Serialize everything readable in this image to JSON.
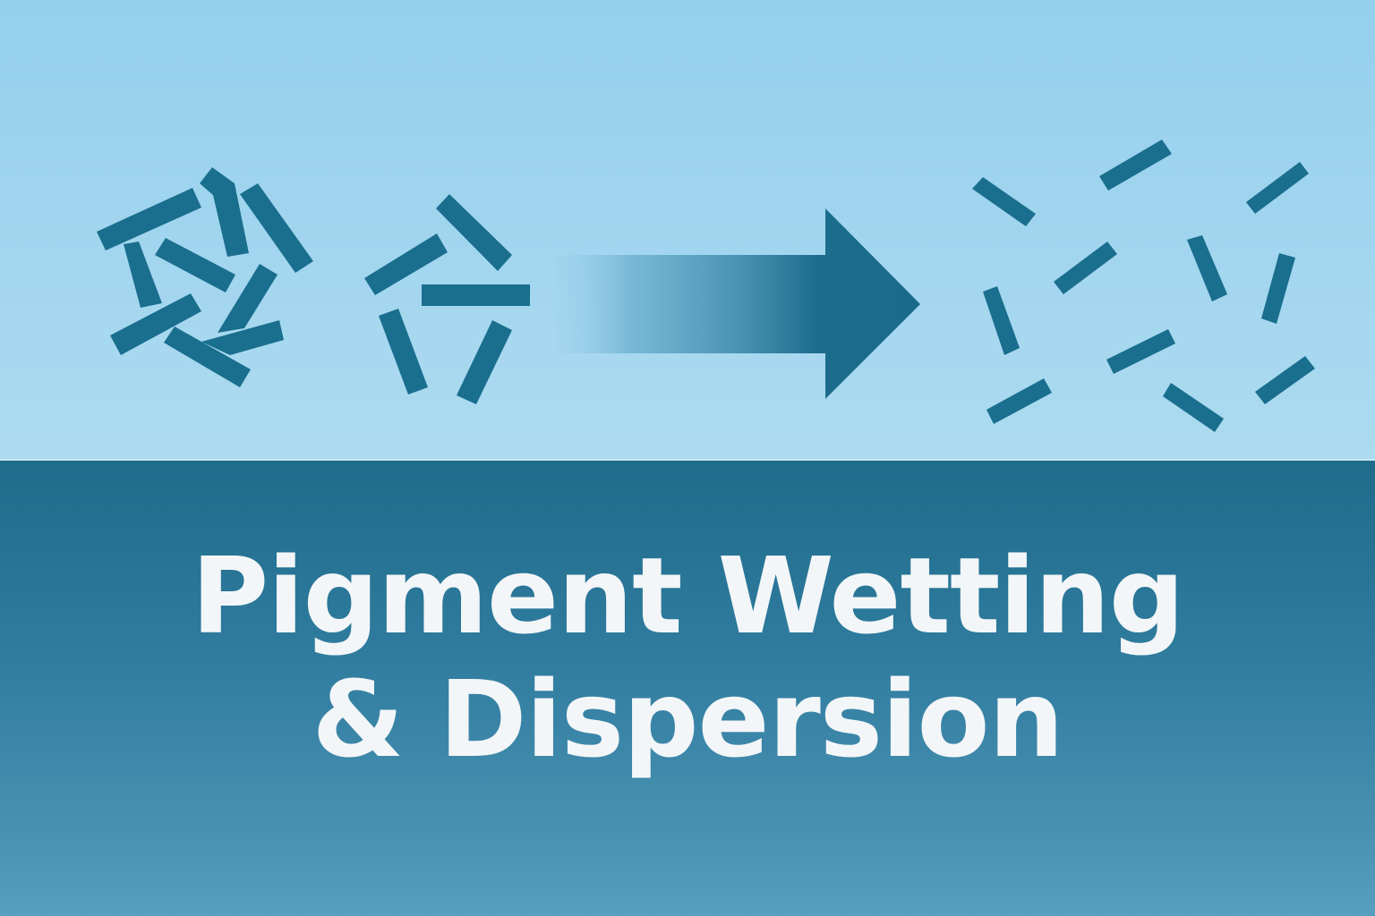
{
  "title": {
    "line1": "Pigment Wetting",
    "line2": "& Dispersion"
  },
  "colors": {
    "top_background_start": "#94cfec",
    "top_background_end": "#acdbef",
    "bottom_background_start": "#1f6b8c",
    "bottom_background_end": "#579fc1",
    "particle": "#1a6e8e",
    "title_text": "#f3f6f8"
  },
  "illustration": {
    "left_label": "agglomerated-pigment-particles",
    "arrow_label": "process-arrow",
    "right_label": "dispersed-pigment-particles",
    "agglomerate_cluster_1_count": 9,
    "agglomerate_cluster_2_count": 5,
    "dispersed_count": 11
  }
}
